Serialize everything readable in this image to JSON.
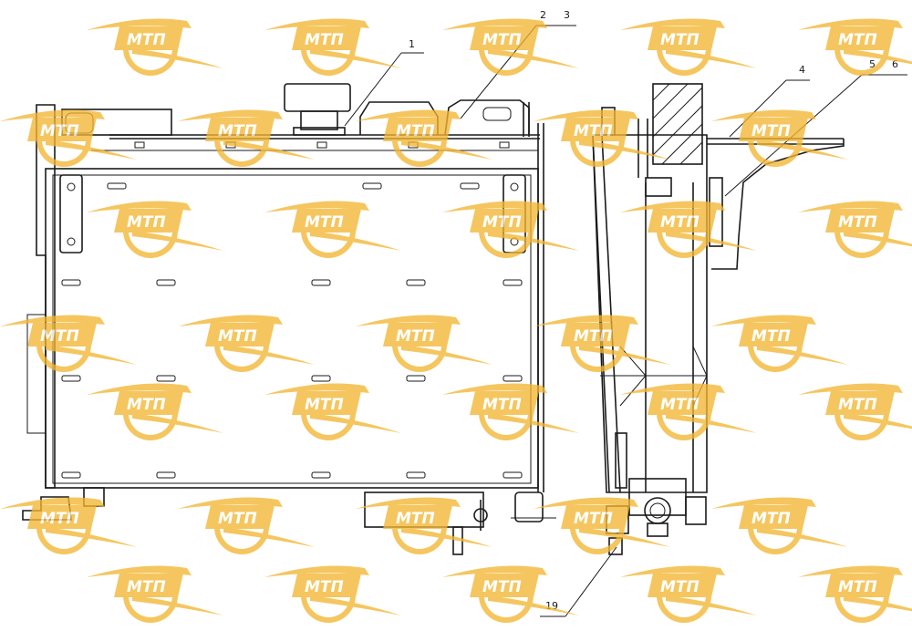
{
  "callouts": {
    "c1": "1",
    "c2": "2",
    "c3": "3",
    "c4": "4",
    "c5": "5",
    "c6": "6",
    "c19": "19"
  },
  "watermark": {
    "text": "МТП",
    "color": "#f2b632",
    "rows": [
      [
        70,
        145,
        2.0
      ],
      [
        265,
        145,
        2.0
      ],
      [
        460,
        145,
        2.0
      ],
      [
        655,
        145,
        2.0
      ],
      [
        850,
        145,
        2.0
      ],
      [
        165,
        245,
        2.0
      ],
      [
        360,
        245,
        2.0
      ],
      [
        555,
        245,
        2.0
      ],
      [
        750,
        245,
        2.0
      ],
      [
        945,
        245,
        2.0
      ],
      [
        70,
        370,
        2.0
      ],
      [
        265,
        370,
        2.0
      ],
      [
        460,
        370,
        2.0
      ],
      [
        655,
        370,
        2.0
      ],
      [
        850,
        370,
        2.0
      ],
      [
        165,
        445,
        2.0
      ],
      [
        360,
        445,
        2.0
      ],
      [
        555,
        445,
        2.0
      ],
      [
        750,
        445,
        2.0
      ],
      [
        945,
        445,
        2.0
      ],
      [
        70,
        570,
        2.0
      ],
      [
        265,
        570,
        2.0
      ],
      [
        460,
        570,
        2.0
      ],
      [
        655,
        570,
        2.0
      ],
      [
        850,
        570,
        2.0
      ],
      [
        165,
        645,
        2.0
      ],
      [
        360,
        645,
        2.0
      ],
      [
        555,
        645,
        2.0
      ],
      [
        750,
        645,
        2.0
      ],
      [
        945,
        645,
        2.0
      ],
      [
        165,
        45,
        2.0
      ],
      [
        360,
        45,
        2.0
      ],
      [
        555,
        45,
        2.0
      ],
      [
        750,
        45,
        2.0
      ],
      [
        945,
        45,
        2.0
      ]
    ]
  }
}
